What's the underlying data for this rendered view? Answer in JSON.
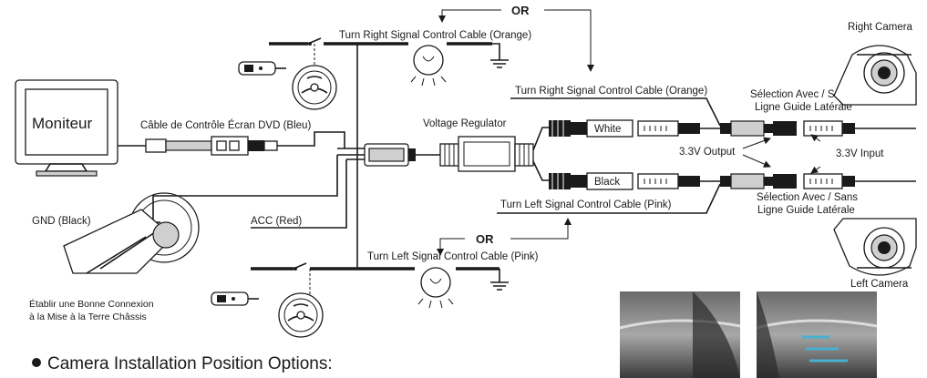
{
  "labels": {
    "or_top": "OR",
    "or_bottom": "OR",
    "turn_right_top": "Turn Right Signal Control Cable (Orange)",
    "turn_right_mid": "Turn Right Signal Control Cable (Orange)",
    "turn_left_mid": "Turn Left Signal Control Cable (Pink)",
    "turn_left_bottom": "Turn Left Signal Control Cable (Pink)",
    "monitor": "Moniteur",
    "dvd_cable": "Câble de Contrôle Écran DVD (Bleu)",
    "voltage_regulator": "Voltage Regulator",
    "white": "White",
    "black": "Black",
    "output": "3.3V Output",
    "input": "3.3V Input",
    "guide_top_1": "Sélection Avec / Sans",
    "guide_top_2": "Ligne Guide Latérale",
    "guide_bottom_1": "Sélection Avec / Sans",
    "guide_bottom_2": "Ligne Guide Latérale",
    "right_camera": "Right Camera",
    "left_camera": "Left Camera",
    "gnd": "GND (Black)",
    "acc": "ACC (Red)",
    "ground_1": "Établir une Bonne Connexion",
    "ground_2": "à la Mise à la Terre Châssis",
    "options_heading": "Camera Installation Position Options:"
  },
  "icons": [
    "monitor-icon",
    "steering-wheel-icon",
    "key-fob-icon",
    "lamp-icon",
    "ground-symbol-icon",
    "camera-icon",
    "chassis-ground-icon"
  ]
}
